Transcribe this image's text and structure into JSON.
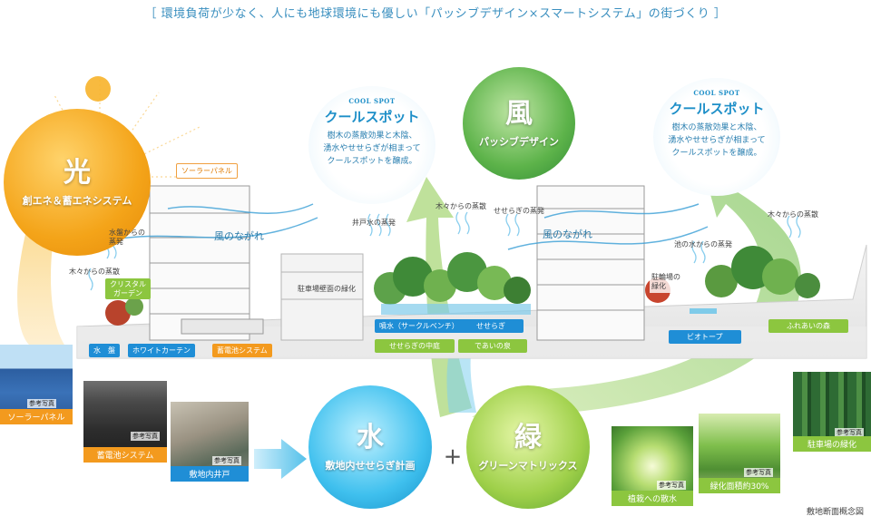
{
  "headline": "［ 環境負荷が少なく、人にも地球環境にも優しい「パッシブデザイン×スマートシステム」の街づくり ］",
  "circles": {
    "light": {
      "kanji": "光",
      "subtitle": "創エネ＆蓄エネシステム"
    },
    "wind": {
      "kanji": "風",
      "subtitle": "パッシブデザイン"
    },
    "water": {
      "kanji": "水",
      "subtitle": "敷地内せせらぎ計画"
    },
    "green": {
      "kanji": "緑",
      "subtitle": "グリーンマトリックス"
    }
  },
  "plus_sign": "＋",
  "cool_spots": [
    {
      "en": "COOL SPOT",
      "ja": "クールスポット",
      "lines": [
        "樹木の蒸散効果と木陰、",
        "湧水やせせらぎが相まって",
        "クールスポットを醸成。"
      ]
    },
    {
      "en": "COOL SPOT",
      "ja": "クールスポット",
      "lines": [
        "樹木の蒸散効果と木陰、",
        "湧水やせせらぎが相まって",
        "クールスポットを醸成。"
      ]
    }
  ],
  "scene_labels": {
    "solar_panel": "ソーラーパネル",
    "water_pan_evap": "水盤からの\n蒸発",
    "tree_evap_left": "木々からの蒸散",
    "wind_flow_left": "風のながれ",
    "wind_flow_right": "風のながれ",
    "parking_wall": "駐車場壁面の緑化",
    "well_evap": "井戸水の蒸発",
    "tree_evap_center": "木々からの蒸散",
    "stream_evap": "せせらぎの蒸発",
    "pond_evap": "池の水からの蒸発",
    "tree_evap_right": "木々からの蒸散",
    "bike_parking": "駐輪場の\n緑化"
  },
  "tags": {
    "crystal_garden": "クリスタル\nガーデン",
    "water_pan": "水　盤",
    "white_curtain": "ホワイトカーテン",
    "battery_system": "蓄電池システム",
    "fountain": "噴水（サークルベンチ）",
    "seseragi": "せせらぎ",
    "seseragi_court": "せせらぎの中庭",
    "meeting_spring": "であいの泉",
    "biotope": "ビオトープ",
    "fureai_forest": "ふれあいの森"
  },
  "photos": {
    "solar": {
      "caption": "ソーラーパネル",
      "ref": "参考写真"
    },
    "battery": {
      "caption": "蓄電池システム",
      "ref": "参考写真"
    },
    "well": {
      "caption": "敷地内井戸",
      "ref": "参考写真"
    },
    "walk": {
      "caption": "植栽への散水",
      "ref": "参考写真"
    },
    "greening": {
      "caption": "緑化面積約30%",
      "ref": "参考写真"
    },
    "parking_green": {
      "caption": "駐車場の緑化",
      "ref": "参考写真"
    }
  },
  "footnote": "敷地断面概念図",
  "colors": {
    "accent_blue": "#1f8ed6",
    "accent_green": "#8cc63f",
    "accent_orange": "#f39a1e"
  }
}
